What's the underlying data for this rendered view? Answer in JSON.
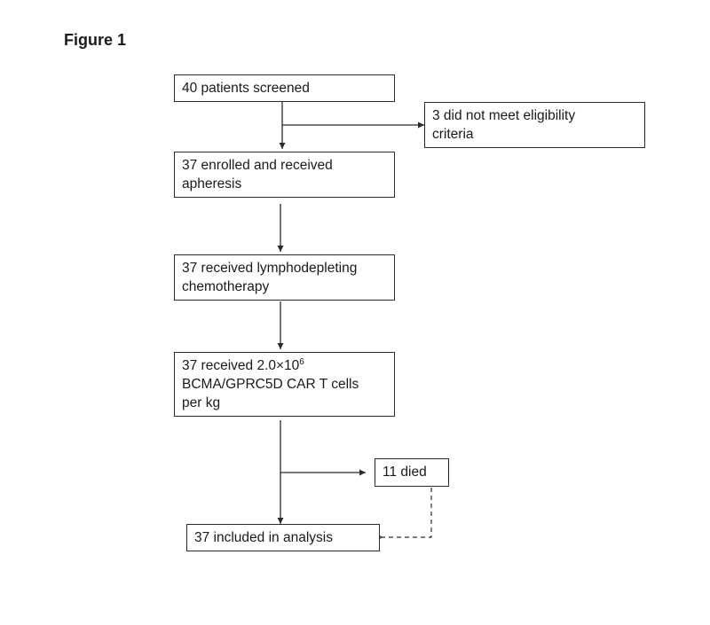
{
  "figure_title": "Figure 1",
  "boxes": {
    "screened": {
      "lines": [
        "40 patients screened"
      ]
    },
    "excluded": {
      "lines": [
        "3 did not meet eligibility",
        "criteria"
      ]
    },
    "enrolled": {
      "lines": [
        "37 enrolled and received",
        "apheresis"
      ]
    },
    "lymphodepletion": {
      "lines": [
        "37 received lymphodepleting",
        "chemotherapy"
      ]
    },
    "infused": {
      "line1_prefix": "37 received 2.0×10",
      "line1_superscript": "6",
      "line2": "BCMA/GPRC5D CAR T cells",
      "line3": "per kg"
    },
    "died": {
      "lines": [
        "11 died"
      ]
    },
    "analysis": {
      "lines": [
        "37 included in analysis"
      ]
    }
  }
}
